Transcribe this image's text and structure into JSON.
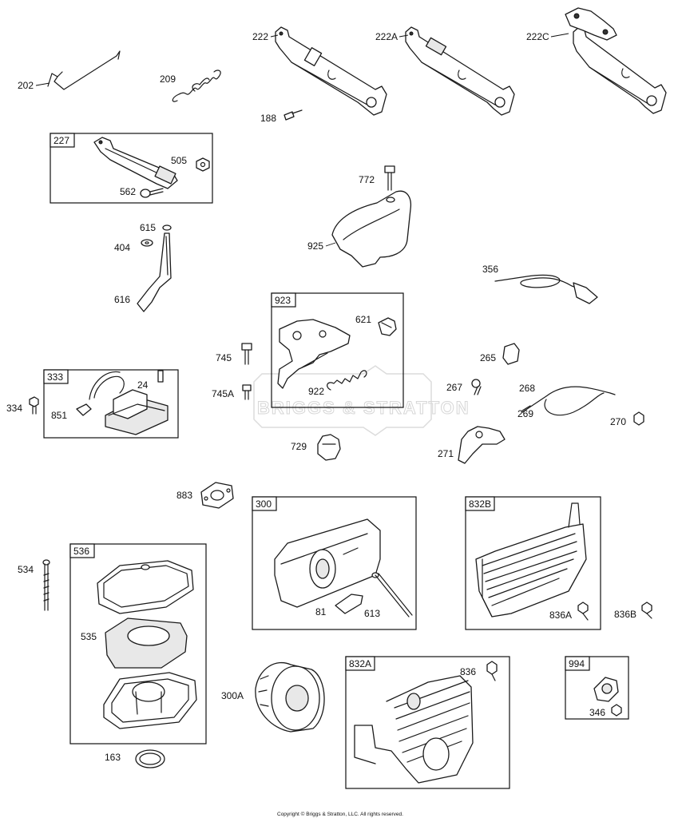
{
  "copyright": "Copyright © Briggs & Stratton, LLC. All rights reserved.",
  "watermark": "BRIGGS & STRATTON",
  "labels": {
    "p202": "202",
    "p209": "209",
    "p222": "222",
    "p222a": "222A",
    "p222c": "222C",
    "p188": "188",
    "p505": "505",
    "p562": "562",
    "p772": "772",
    "p925": "925",
    "p615": "615",
    "p404": "404",
    "p616": "616",
    "p356": "356",
    "p621": "621",
    "p745": "745",
    "p745a": "745A",
    "p922": "922",
    "p729": "729",
    "p265": "265",
    "p267": "267",
    "p268": "268",
    "p269": "269",
    "p270": "270",
    "p271": "271",
    "p334": "334",
    "p24": "24",
    "p851": "851",
    "p883": "883",
    "p534": "534",
    "p535": "535",
    "p163": "163",
    "p81": "81",
    "p613": "613",
    "p836a": "836A",
    "p836b": "836B",
    "p300a": "300A",
    "p836": "836",
    "p346": "346"
  },
  "box_tags": {
    "b227": "227",
    "b923": "923",
    "b333": "333",
    "b300": "300",
    "b832b": "832B",
    "b536": "536",
    "b832a": "832A",
    "b994": "994"
  }
}
